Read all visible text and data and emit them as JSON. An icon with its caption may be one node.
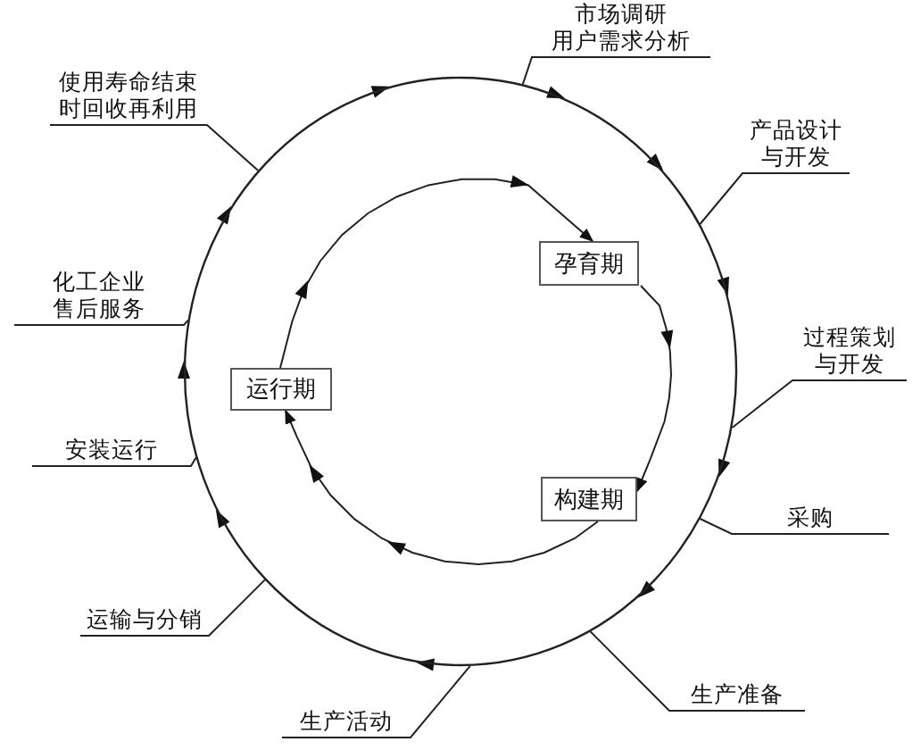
{
  "diagram": {
    "nodes": [
      {
        "text": [],
        "shape": "circle"
      },
      {
        "text": [
          "市场调研用户需求分析"
        ]
      },
      {
        "text": [
          "产品设计与开发"
        ]
      },
      {
        "text": [
          "过程策划与开发"
        ]
      },
      {
        "text": [
          "采购"
        ]
      },
      {
        "text": [
          "生产准备"
        ]
      },
      {
        "text": [
          "生产活动"
        ]
      },
      {
        "text": [
          "运输与分销"
        ]
      },
      {
        "text": [
          "安装运行"
        ]
      },
      {
        "text": [
          "化工企业售后服务"
        ]
      },
      {
        "text": [
          "使用寿命结束时回收再利用"
        ]
      },
      {
        "text": [
          "孕育期"
        ],
        "in": 0
      },
      {
        "text": [
          "构建期"
        ],
        "in": 0
      },
      {
        "text": [
          "运行期"
        ],
        "in": 0
      }
    ],
    "edges": [
      {
        "from": 1,
        "to": 0,
        "arrow": "none"
      },
      {
        "from": 2,
        "to": 0,
        "arrow": "none"
      },
      {
        "from": 3,
        "to": 0,
        "arrow": "none"
      },
      {
        "from": 4,
        "to": 0,
        "arrow": "none"
      },
      {
        "from": 5,
        "to": 0,
        "arrow": "none"
      },
      {
        "from": 6,
        "to": 0,
        "arrow": "none"
      },
      {
        "from": 7,
        "to": 0,
        "arrow": "none"
      },
      {
        "from": 8,
        "to": 0,
        "arrow": "none"
      },
      {
        "from": 9,
        "to": 0,
        "arrow": "none"
      },
      {
        "from": 10,
        "to": 0,
        "arrow": "none"
      },
      {
        "from": 11,
        "to": 12,
        "arrow": "to"
      },
      {
        "from": 12,
        "to": 13,
        "arrow": "to"
      },
      {
        "from": 13,
        "to": 11,
        "arrow": "to"
      }
    ]
  }
}
